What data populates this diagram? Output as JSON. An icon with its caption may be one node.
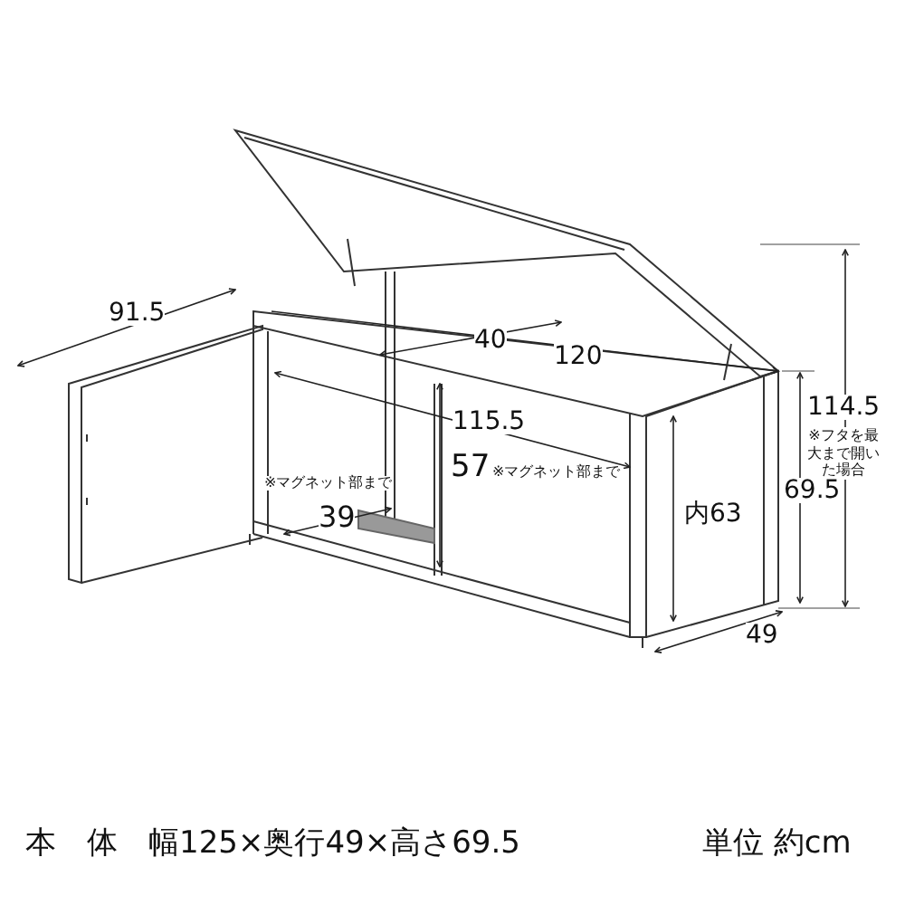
{
  "diagram": {
    "caption": "本　体　幅125×奥行49×高さ69.5",
    "labels": [
      "91.5",
      "40",
      "120",
      "115.5",
      "※マグネット部まで",
      "57",
      "※マグネット部まで",
      "39",
      "114.5",
      "※フタを最大まで開いた場合",
      "内63",
      "69.5",
      "49",
      "単位 約cm"
    ]
  }
}
